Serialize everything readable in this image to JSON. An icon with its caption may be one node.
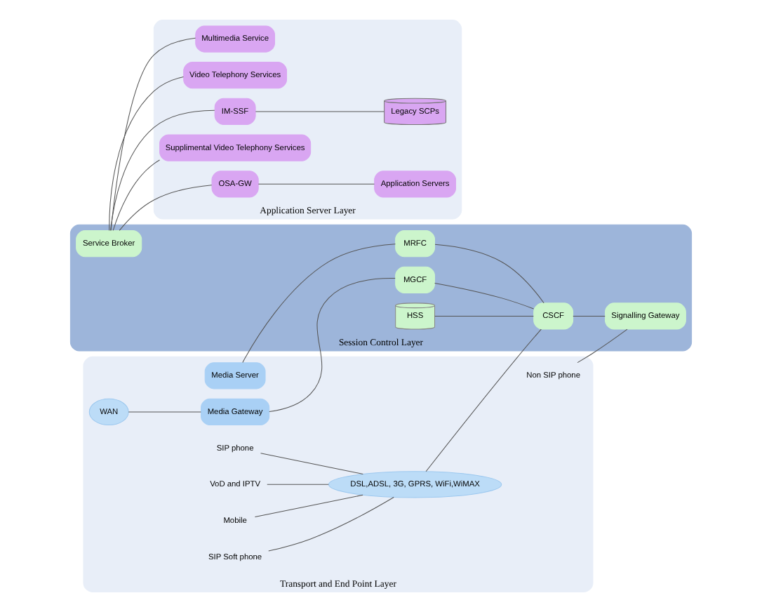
{
  "diagram": {
    "nodes": [
      {
        "text": [
          "Transport and End Point Layer"
        ]
      },
      {
        "text": [
          "Media Server"
        ],
        "in": 0
      },
      {
        "text": [
          "WAN"
        ],
        "in": 0
      },
      {
        "text": [
          "Media Gateway"
        ],
        "in": 0
      },
      {
        "text": [
          "SIP phone"
        ],
        "in": 0
      },
      {
        "text": [
          "VoD and IPTV"
        ],
        "in": 0
      },
      {
        "text": [
          "DSL,ADSL, 3G, GPRS, WiFi,WiMAX"
        ],
        "in": 0
      },
      {
        "text": [
          "Mobile"
        ],
        "in": 0
      },
      {
        "text": [
          "SIP Soft phone"
        ],
        "in": 0
      },
      {
        "text": [
          "Non SIP phone"
        ],
        "in": 0
      },
      {
        "text": [
          "Session Control Layer"
        ]
      },
      {
        "text": [
          "MRFC"
        ],
        "in": 10
      },
      {
        "text": [
          "MGCF"
        ],
        "in": 10
      },
      {
        "text": [
          "HSS"
        ],
        "in": 10
      },
      {
        "text": [
          "CSCF"
        ],
        "in": 10
      },
      {
        "text": [
          "Service Broker"
        ],
        "in": 10
      },
      {
        "text": [
          "Signalling Gateway"
        ],
        "in": 10
      },
      {
        "text": [
          "Application Server Layer"
        ]
      },
      {
        "text": [
          "Multimedia Service"
        ],
        "in": 17
      },
      {
        "text": [
          "Video Telephony Services"
        ],
        "in": 17
      },
      {
        "text": [
          "IM-SSF"
        ],
        "in": 17
      },
      {
        "text": [
          "Legacy SCPs"
        ],
        "in": 17
      },
      {
        "text": [
          "Supplimental Video Telephony Services"
        ],
        "in": 17
      },
      {
        "text": [
          "OSA-GW"
        ],
        "in": 17
      },
      {
        "text": [
          "Application Servers"
        ],
        "in": 17
      }
    ],
    "edges": [
      {
        "from": 1,
        "to": 11,
        "arrow": "none"
      },
      {
        "from": 2,
        "to": 3,
        "arrow": "none"
      },
      {
        "from": 3,
        "to": 12,
        "arrow": "none"
      },
      {
        "from": 4,
        "to": 6,
        "arrow": "none"
      },
      {
        "from": 5,
        "to": 6,
        "arrow": "none"
      },
      {
        "from": 7,
        "to": 6,
        "arrow": "none"
      },
      {
        "from": 8,
        "to": 6,
        "arrow": "none"
      },
      {
        "from": 6,
        "to": 14,
        "arrow": "none"
      },
      {
        "from": 9,
        "to": 16,
        "arrow": "none"
      },
      {
        "from": 12,
        "to": 14,
        "arrow": "none"
      },
      {
        "from": 11,
        "to": 14,
        "arrow": "none"
      },
      {
        "from": 13,
        "to": 14,
        "arrow": "none"
      },
      {
        "from": 14,
        "to": 16,
        "arrow": "none"
      },
      {
        "from": 15,
        "to": 18,
        "arrow": "none"
      },
      {
        "from": 15,
        "to": 19,
        "arrow": "none"
      },
      {
        "from": 15,
        "to": 20,
        "arrow": "none"
      },
      {
        "from": 15,
        "to": 22,
        "arrow": "none"
      },
      {
        "from": 15,
        "to": 23,
        "arrow": "none"
      },
      {
        "from": 20,
        "to": 21,
        "arrow": "none"
      },
      {
        "from": 23,
        "to": 24,
        "arrow": "none"
      }
    ]
  }
}
